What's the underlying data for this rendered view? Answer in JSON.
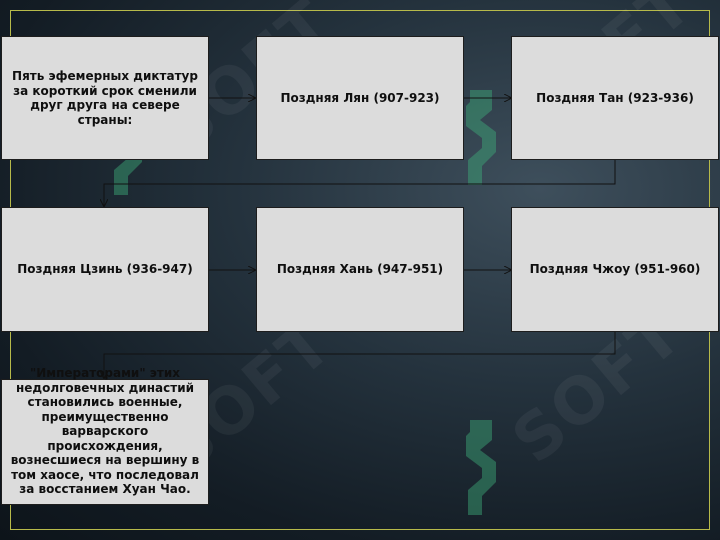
{
  "watermark": "SOFT",
  "boxes": {
    "intro": "Пять эфемерных диктатур за короткий срок сменили друг друга на севере страны:",
    "liang": "Поздняя Лян (907-923)",
    "tang": "Поздняя Тан (923-936)",
    "jin": "Поздняя Цзинь (936-947)",
    "han": "Поздняя Хань (947-951)",
    "zhou": "Поздняя Чжоу (951-960)",
    "emperors": "\"Императорами\" этих недолговечных династий становились военные, преимущественно варварского происхождения, вознесшиеся на вершину в том хаосе, что последовал за восстанием Хуан Чао."
  },
  "colors": {
    "frame": "#b7ba4a",
    "box_fill": "#dcdcdc",
    "connector": "#111111",
    "watermark_mark": "#3fae7a"
  }
}
